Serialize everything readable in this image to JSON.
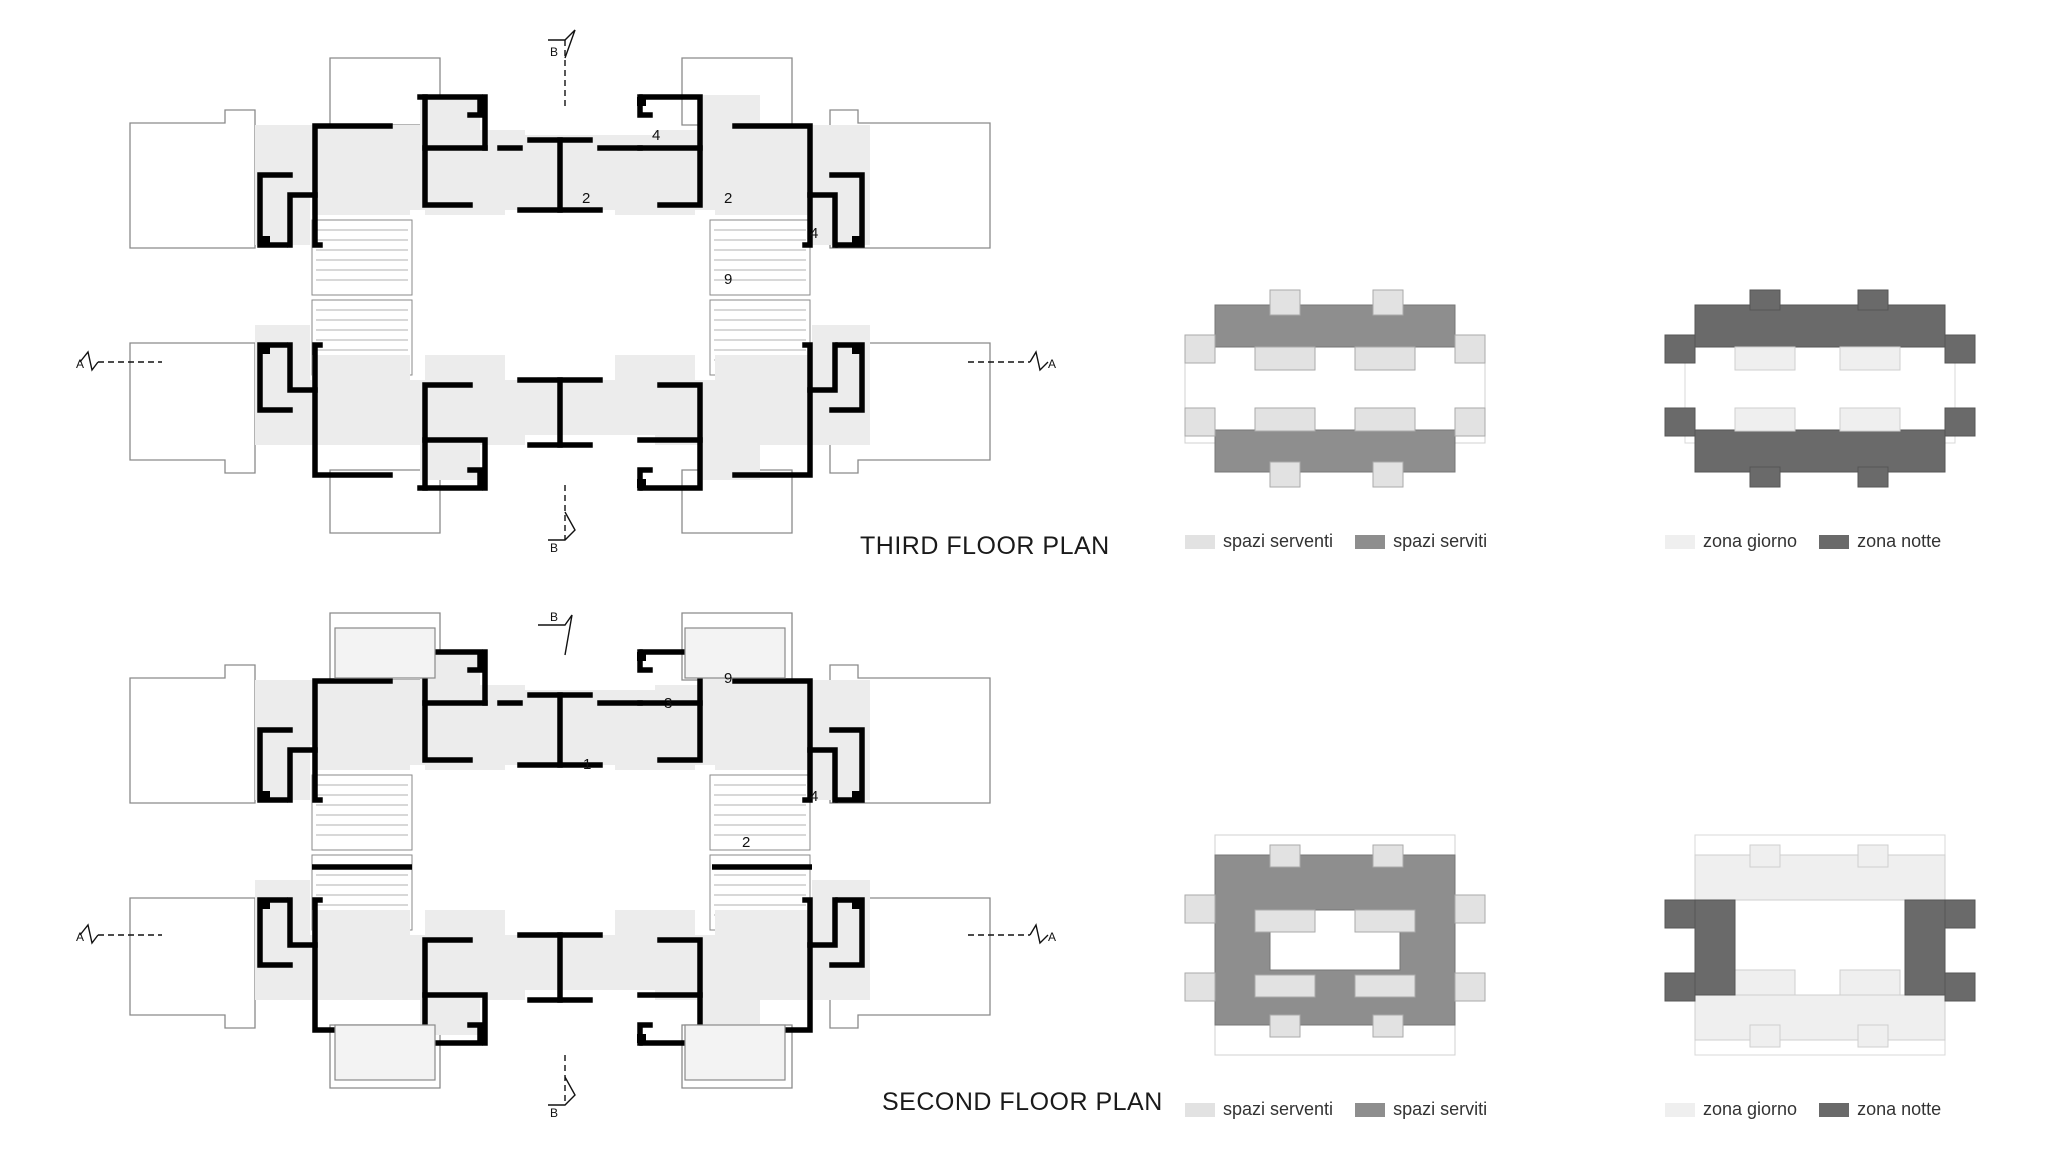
{
  "plans": [
    {
      "title": "THIRD FLOOR PLAN",
      "section_marks": [
        "B",
        "B",
        "A",
        "A"
      ],
      "room_numbers": [
        "2",
        "2",
        "4",
        "4",
        "9"
      ],
      "legend_functions": {
        "served_label": "spazi serventi",
        "servant_label": "spazi serviti"
      },
      "legend_zones": {
        "day_label": "zona giorno",
        "night_label": "zona notte"
      }
    },
    {
      "title": "SECOND FLOOR PLAN",
      "section_marks": [
        "B",
        "B",
        "A",
        "A"
      ],
      "room_numbers": [
        "1",
        "2",
        "3",
        "4",
        "9"
      ],
      "legend_functions": {
        "served_label": "spazi serventi",
        "servant_label": "spazi serviti"
      },
      "legend_zones": {
        "day_label": "zona giorno",
        "night_label": "zona notte"
      }
    }
  ],
  "colors": {
    "floor": "#ececec",
    "wall": "#000000",
    "served": "#e2e2e2",
    "servant": "#8e8e8e",
    "day": "#efefef",
    "night": "#6a6a6a"
  }
}
